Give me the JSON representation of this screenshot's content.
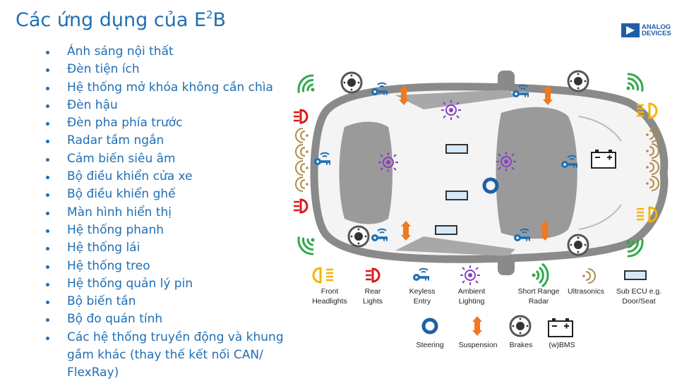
{
  "slide": {
    "title_text": "Các ứng dụng của E",
    "title_sup": "2",
    "title_tail": "B",
    "logo_line1": "ANALOG",
    "logo_line2": "DEVICES"
  },
  "bullets": [
    "Ánh sáng nội thất",
    "Đèn tiện ích",
    "Hệ thống mở khóa không cần chìa",
    "Đèn hậu",
    "Đèn pha phía trước",
    "Radar tầm ngắn",
    "Cảm biến siêu âm",
    "Bộ điều khiển cửa xe",
    "Bộ điều khiển ghế",
    "Màn hình hiển thị",
    "Hệ thống phanh",
    "Hệ thống lái",
    "Hệ thống treo",
    "Hệ thống quản lý pin",
    "Bộ biến tần",
    "Bộ đo quán tính",
    "Các hệ thống truyền động và khung gầm khác (thay thế kết nối CAN/ FlexRay)"
  ],
  "legend": {
    "front_headlights": [
      "Front",
      "Headlights"
    ],
    "rear_lights": [
      "Rear",
      "Lights"
    ],
    "keyless_entry": [
      "Keyless",
      "Entry"
    ],
    "ambient_lighting": [
      "Ambient",
      "Lighting"
    ],
    "short_range_radar": [
      "Short Range",
      "Radar"
    ],
    "ultrasonics": "Ultrasonics",
    "sub_ecu": [
      "Sub ECU e.g.",
      "Door/Seat"
    ],
    "steering": "Steering",
    "suspension": "Suspension",
    "brakes": "Brakes",
    "bms": "(w)BMS"
  },
  "colors": {
    "title_blue": "#1f6fb5",
    "front_headlight": "#f5b301",
    "rear_light": "#d7191c",
    "keyless": "#1f6fb5",
    "ambient": "#8b3fc1",
    "radar": "#2ea84a",
    "ultrasonic": "#b08a4a",
    "suspension": "#f07820"
  }
}
